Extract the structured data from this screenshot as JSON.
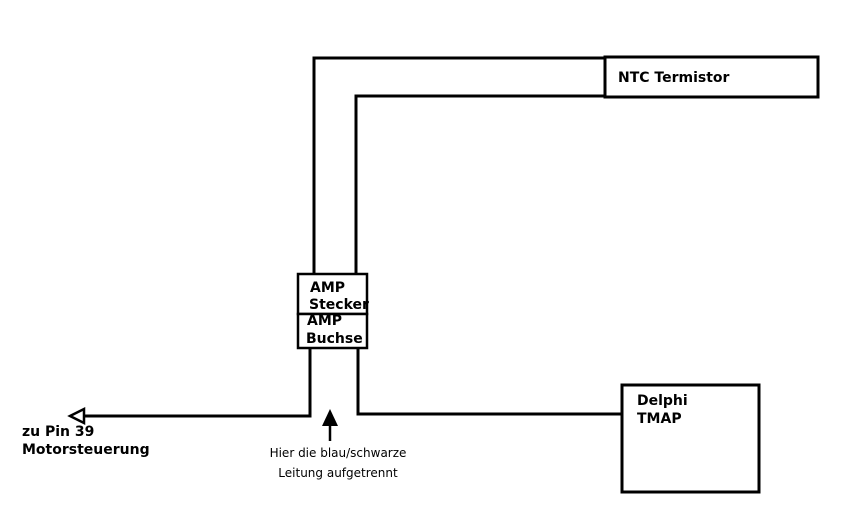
{
  "diagram": {
    "components": {
      "ntc": {
        "label": "NTC Termistor"
      },
      "amp_stecker": {
        "line1": "AMP",
        "line2": "Stecker"
      },
      "amp_buchse": {
        "line1": "AMP",
        "line2": "Buchse"
      },
      "delphi": {
        "line1": "Delphi",
        "line2": "TMAP"
      }
    },
    "labels": {
      "ecu": {
        "line1": "zu Pin 39",
        "line2": "Motorsteuerung"
      },
      "cut_note": {
        "line1": "Hier die blau/schwarze",
        "line2": "Leitung aufgetrennt"
      }
    },
    "colors": {
      "stroke": "#000000",
      "background": "#ffffff"
    }
  }
}
